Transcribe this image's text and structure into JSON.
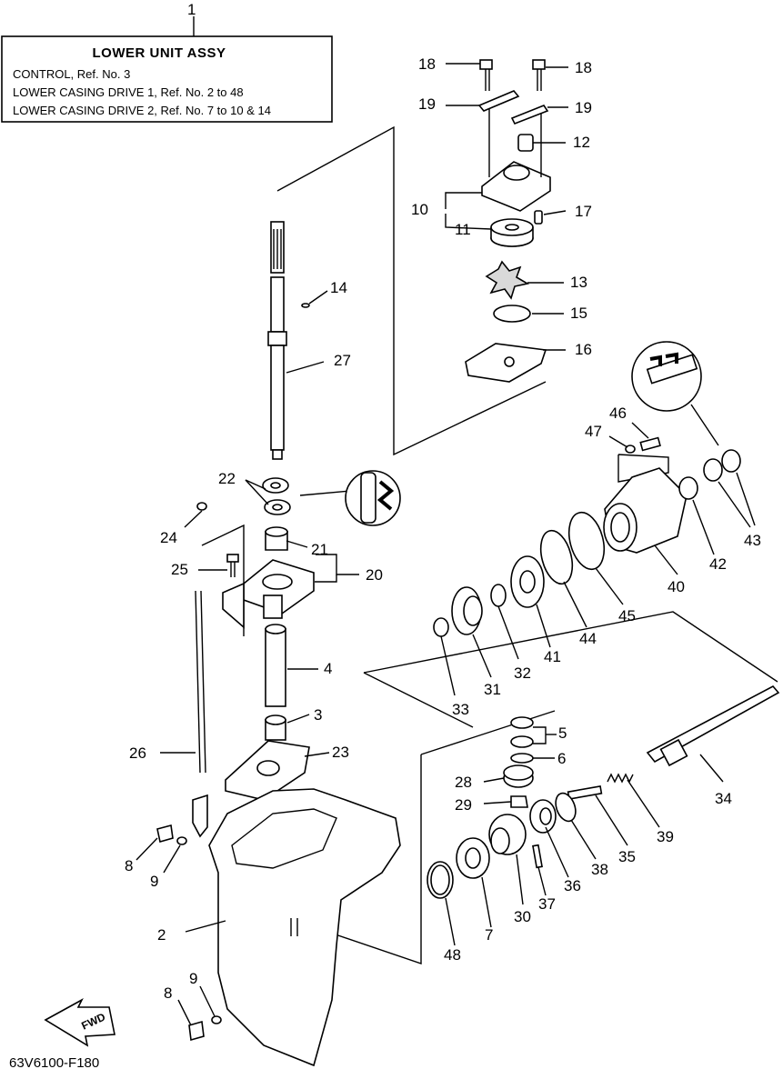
{
  "header_box": {
    "title": "LOWER UNIT ASSY",
    "lines": [
      "CONTROL, Ref. No. 3",
      "LOWER CASING DRIVE 1, Ref. No. 2 to 48",
      "LOWER CASING DRIVE 2, Ref. No. 7 to 10 & 14"
    ]
  },
  "figure_code": "63V6100-F180",
  "fwd_label": "FWD",
  "callouts": {
    "n1": "1",
    "n2": "2",
    "n3": "3",
    "n4": "4",
    "n5": "5",
    "n6": "6",
    "n7": "7",
    "n8a": "8",
    "n8b": "8",
    "n9a": "9",
    "n9b": "9",
    "n10": "10",
    "n11": "11",
    "n12": "12",
    "n13": "13",
    "n14": "14",
    "n15": "15",
    "n16": "16",
    "n17": "17",
    "n18a": "18",
    "n18b": "18",
    "n19a": "19",
    "n19b": "19",
    "n20": "20",
    "n21": "21",
    "n22": "22",
    "n23": "23",
    "n24": "24",
    "n25": "25",
    "n26": "26",
    "n27": "27",
    "n28": "28",
    "n29": "29",
    "n30": "30",
    "n31": "31",
    "n32": "32",
    "n33": "33",
    "n34": "34",
    "n35": "35",
    "n36": "36",
    "n37": "37",
    "n38": "38",
    "n39": "39",
    "n40": "40",
    "n41": "41",
    "n42": "42",
    "n43": "43",
    "n44": "44",
    "n45": "45",
    "n46": "46",
    "n47": "47",
    "n48": "48"
  }
}
